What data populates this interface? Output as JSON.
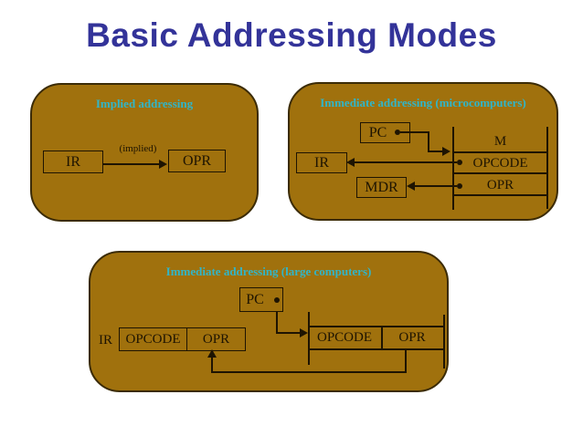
{
  "title": "Basic Addressing Modes",
  "colors": {
    "page_bg": "#FFFFFF",
    "panel_bg": "#A0710D",
    "panel_border": "#3B2B06",
    "heading": "#333399",
    "caption": "#31B5C8",
    "line": "#1E1402"
  },
  "panels": {
    "implied": {
      "caption": "Implied addressing",
      "ir": "IR",
      "opr": "OPR",
      "arrow_note": "(implied)"
    },
    "micro": {
      "caption": "Immediate addressing (microcomputers)",
      "pc": "PC",
      "ir": "IR",
      "mdr": "MDR",
      "memory": "M",
      "opcode": "OPCODE",
      "opr": "OPR"
    },
    "large": {
      "caption": "Immediate addressing (large computers)",
      "pc": "PC",
      "ir": "IR",
      "reg_opcode": "OPCODE",
      "reg_opr": "OPR",
      "mem_opcode": "OPCODE",
      "mem_opr": "OPR"
    }
  }
}
